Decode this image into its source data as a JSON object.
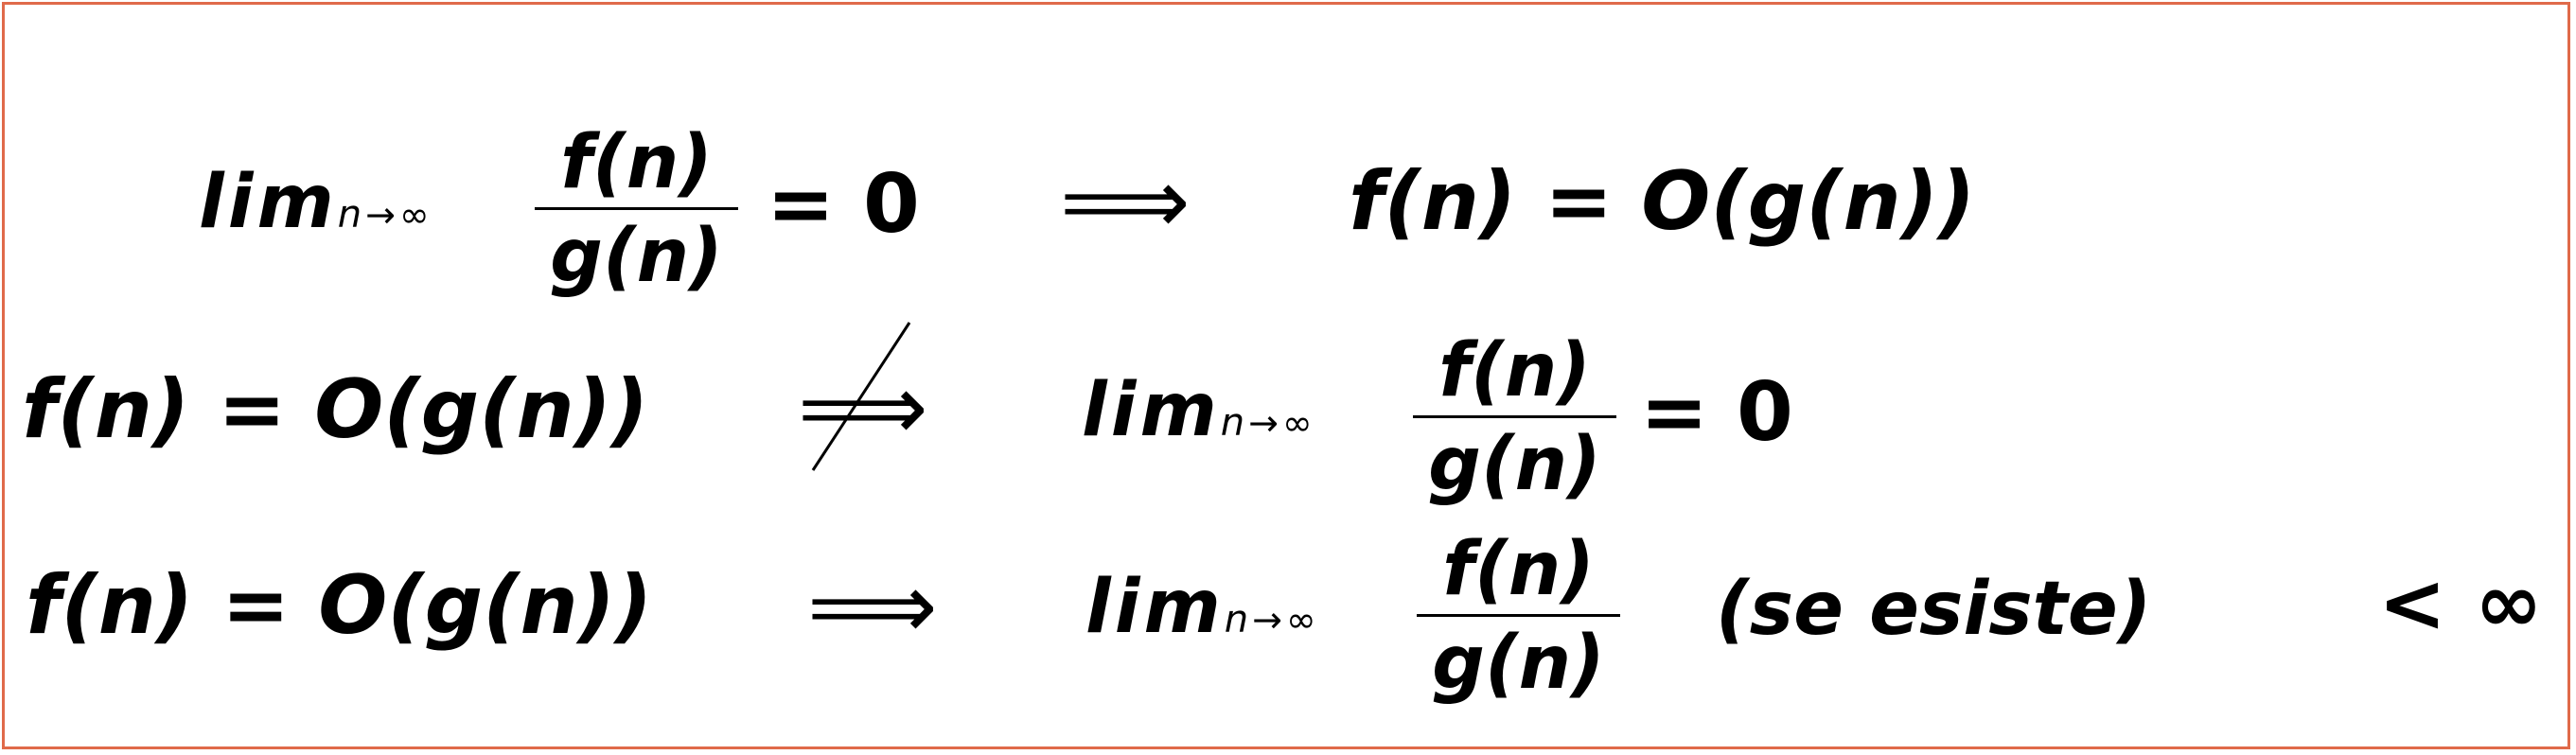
{
  "rows": [
    {
      "left": {
        "lim": "lim",
        "sub_var": "n",
        "sub_arrow": "→∞",
        "numerator": "f(n)",
        "denominator": "g(n)",
        "rhs": "= 0"
      },
      "arrow": "⟹",
      "right": {
        "expr": "f(n) = O(g(n))"
      }
    },
    {
      "left": {
        "expr": "f(n) = O(g(n))"
      },
      "arrow": "⟹",
      "right": {
        "lim": "lim",
        "sub_var": "n",
        "sub_arrow": "→∞",
        "numerator": "f(n)",
        "denominator": "g(n)",
        "rhs": "= 0"
      }
    },
    {
      "left": {
        "expr": "f(n) = O(g(n))"
      },
      "arrow": "⟹",
      "right": {
        "lim": "lim",
        "sub_var": "n",
        "sub_arrow": "→∞",
        "numerator": "f(n)",
        "denominator": "g(n)",
        "note": "(se esiste)",
        "rhs": "< ∞"
      }
    }
  ]
}
